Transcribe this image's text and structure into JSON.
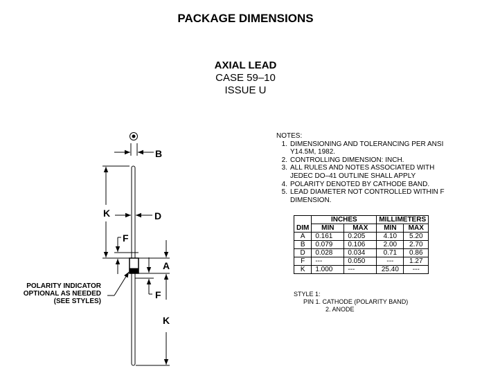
{
  "title": "PACKAGE DIMENSIONS",
  "package": {
    "name": "AXIAL LEAD",
    "case": "CASE 59–10",
    "issue": "ISSUE U"
  },
  "notes": {
    "heading": "NOTES:",
    "items": [
      {
        "num": "1.",
        "lines": [
          "DIMENSIONING AND TOLERANCING PER ANSI",
          "Y14.5M, 1982."
        ]
      },
      {
        "num": "2.",
        "lines": [
          "CONTROLLING DIMENSION: INCH."
        ]
      },
      {
        "num": "3.",
        "lines": [
          "ALL RULES AND NOTES ASSOCIATED WITH",
          "JEDEC DO–41 OUTLINE SHALL APPLY"
        ]
      },
      {
        "num": "4.",
        "lines": [
          "POLARITY DENOTED BY CATHODE BAND."
        ]
      },
      {
        "num": "5.",
        "lines": [
          "LEAD DIAMETER NOT CONTROLLED WITHIN F",
          "DIMENSION."
        ]
      }
    ]
  },
  "table": {
    "group_headers": [
      "INCHES",
      "MILLIMETERS"
    ],
    "headers": [
      "DIM",
      "MIN",
      "MAX",
      "MIN",
      "MAX"
    ],
    "rows": [
      [
        "A",
        "0.161",
        "0.205",
        "4.10",
        "5.20"
      ],
      [
        "B",
        "0.079",
        "0.106",
        "2.00",
        "2.70"
      ],
      [
        "D",
        "0.028",
        "0.034",
        "0.71",
        "0.86"
      ],
      [
        "F",
        "---",
        "0.050",
        "---",
        "1.27"
      ],
      [
        "K",
        "1.000",
        "---",
        "25.40",
        "---"
      ]
    ]
  },
  "style": {
    "heading": "STYLE 1:",
    "pin1": "PIN 1.  CATHODE (POLARITY BAND)",
    "pin2": "2.  ANODE"
  },
  "drawing": {
    "labels": {
      "B": "B",
      "K_top": "K",
      "D": "D",
      "F_top": "F",
      "A": "A",
      "F_bottom": "F",
      "K_bottom": "K"
    },
    "polarity_lines": [
      "POLARITY INDICATOR",
      "OPTIONAL AS NEEDED",
      "(SEE STYLES)"
    ]
  }
}
